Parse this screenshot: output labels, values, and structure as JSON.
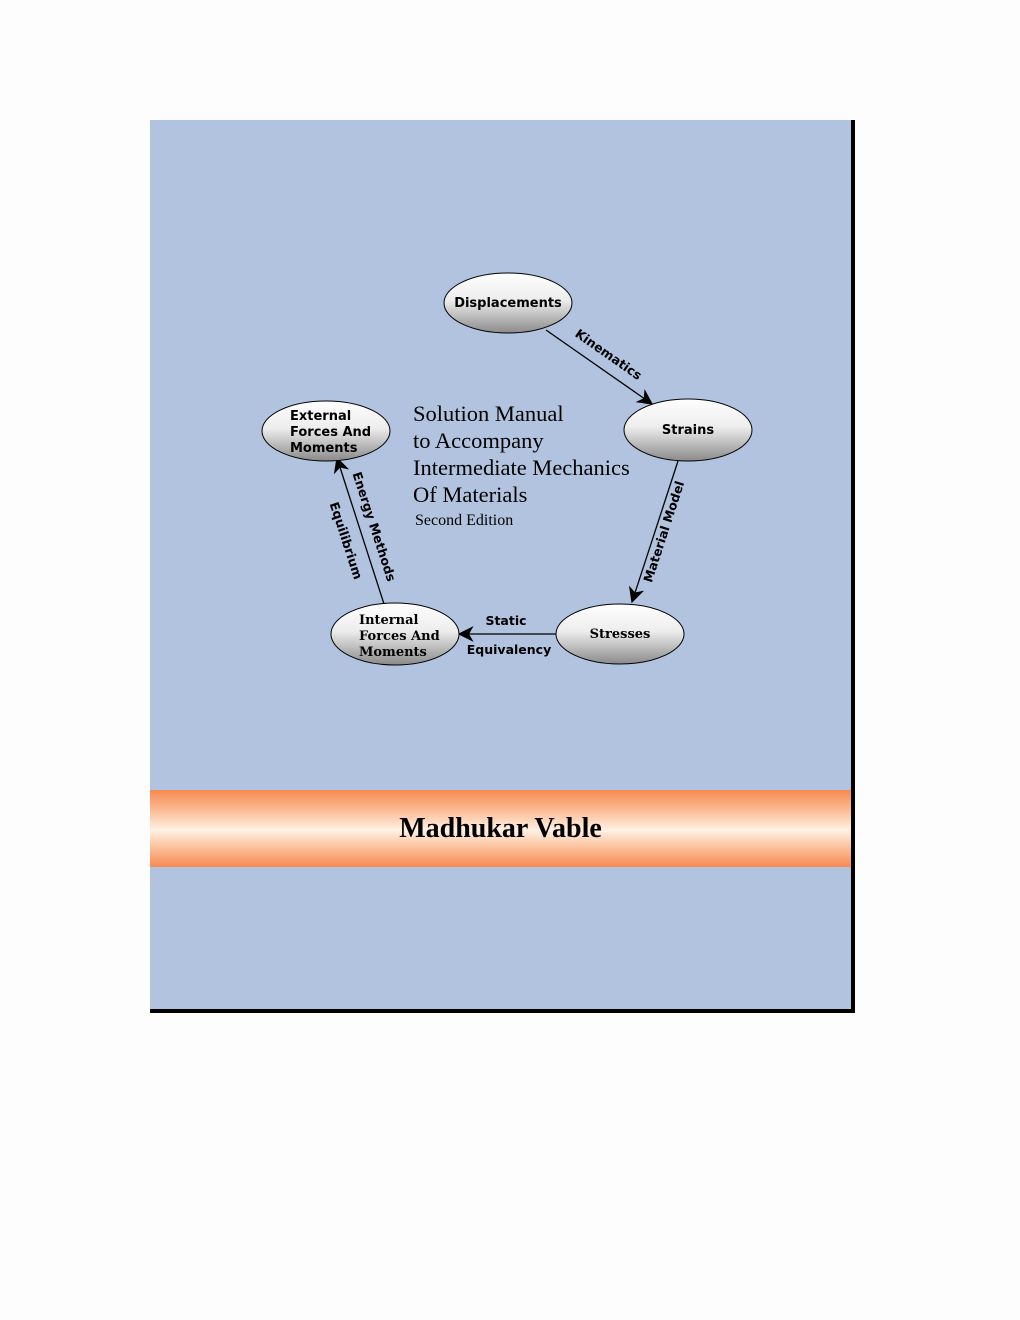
{
  "diagram": {
    "nodes": {
      "displacements": [
        "Displacements"
      ],
      "strains": [
        "Strains"
      ],
      "stresses": [
        "Stresses"
      ],
      "internal": [
        "Internal",
        "Forces And",
        "Moments"
      ],
      "external": [
        "External",
        "Forces And",
        "Moments"
      ]
    },
    "edges": {
      "kinematics": "Kinematics",
      "material_model": "Material Model",
      "static": "Static",
      "equivalency": "Equivalency",
      "energy_methods": "Energy Methods",
      "equilibrium": "Equilibrium"
    }
  },
  "title": {
    "lines": [
      "Solution Manual",
      "to Accompany",
      "Intermediate Mechanics",
      "Of Materials"
    ],
    "edition": "Second Edition"
  },
  "author": "Madhukar Vable",
  "colors": {
    "cover_background": "#b1c3df",
    "band_orange": "#f78a52"
  }
}
